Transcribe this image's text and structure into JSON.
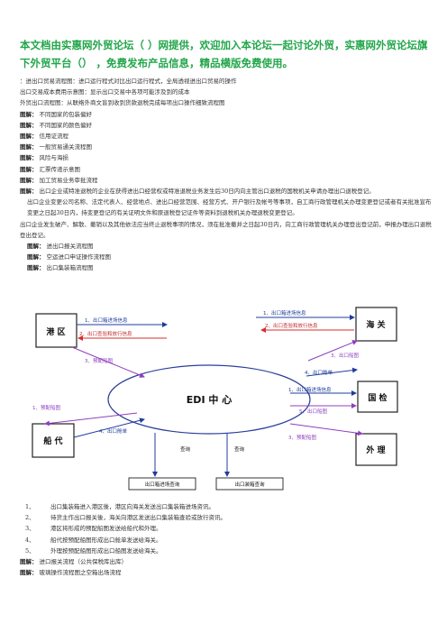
{
  "header": {
    "banner_text": "本文档由实惠网外贸论坛（ ）网提供，欢迎加入本论坛一起讨论外贸，实惠网外贸论坛旗下外贸平台（） ，免费发布产品信息，精品横版免费使用。"
  },
  "body": {
    "lines": [
      {
        "tag": "",
        "text": "：进出口贸易流程图：进口运行程式对比出口运行程式，全局透视进出口贸易的操作"
      },
      {
        "tag": "",
        "text": "出口交易成本费用示意图：显示出口交易中各项可能涉及到的成本"
      },
      {
        "tag": "",
        "text": "外贸出口流程图：从联络外商文盲到收到货款退税完成每项出口操作细致流程图"
      },
      {
        "tag": "图解：",
        "text": "不同国家的包装偏好"
      },
      {
        "tag": "图解：",
        "text": "不同国家的颜色偏好"
      },
      {
        "tag": "图解：",
        "text": "信用证流程"
      },
      {
        "tag": "图解：",
        "text": "一般贸易通关流程图"
      },
      {
        "tag": "图解：",
        "text": "风险与海损"
      },
      {
        "tag": "图解：",
        "text": "汇票传递示意图"
      },
      {
        "tag": "图解：",
        "text": "加工贸易业务审批流程"
      }
    ],
    "paragraph_tag": "图解：",
    "paragraph_1": "出口企业或特准退税的企业在获得进出口经营权或特准退税业务发生后30日内向主管出口退税的国税机关申请办理出口退税登记。",
    "paragraph_2": "出口企业变更公司名称、法定代表人、经营地点、进出口经营范围、经营方式、开户银行及帐号等事项，自工商行政管理机关办理变更登记或者有关批准宣布变更之日起30日内，持变更登记的有关证明文件和原退税登记证件等资料到退税机关办理退税变更登记。",
    "paragraph_3": "出口企业发生破产、解散、撤销以及其他依法应当终止退税事项的情况，须在批准撤并之日起30日内，向工商行政管理机关办理登出登记前，申报办理出口退税登出登记。",
    "subitems": [
      {
        "tag": "图解：",
        "text": "进出口报关流程图"
      },
      {
        "tag": "图解：",
        "text": "空运进口申证操作流程图"
      },
      {
        "tag": "图解：",
        "text": "出口集装箱流程图"
      }
    ]
  },
  "diagram": {
    "center": "EDI 中 心",
    "nodes": {
      "port": "港 区",
      "customs": "海 关",
      "inspection": "国 检",
      "agent": "船 代",
      "shipper": "外 理"
    },
    "labels": {
      "l1": "1、出口箱进场信息",
      "l2": "2、出口查验和放行信息",
      "l3": "3、预配船图",
      "r1": "1、出口箱进场信息",
      "r2": "2、出口查验和放行信息",
      "r3": "3、出口船图",
      "r4": "4、出口舱单",
      "r5": "5、出口船图",
      "i1": "1、出口箱进场信息",
      "i5": "5、出口船图",
      "a1": "1、预配船图",
      "a4": "4、出口舱单",
      "a5": "查询",
      "s1": "查询",
      "s3": "3、预配船图",
      "b1": "出口箱进场查询",
      "b2": "出口装箱查询"
    }
  },
  "steps": [
    {
      "num": "1、",
      "text": "出口集装箱进入港区後，港区向海关发送出口集装箱进场资讯。"
    },
    {
      "num": "2、",
      "text": "待货主作出口报关後，海关向港区发送出口集装箱查验或放行资讯。"
    },
    {
      "num": "3、",
      "text": "港区将形成的预配船图发送给船代和外理。"
    },
    {
      "num": "4、",
      "text": "船代按预配船图形成出口舱单发送给海关。"
    },
    {
      "num": "5、",
      "text": "外理按预配船图形成出口船图发送给海关。"
    }
  ],
  "footer_items": [
    {
      "tag": "图解：",
      "text": "进口报关流程（公共保税库出库）"
    },
    {
      "tag": "图解：",
      "text": "玻璃操作流程图之空箱出场流程"
    }
  ],
  "colors": {
    "banner": "#22a64a",
    "node_stroke": "#222222",
    "ellipse_stroke": "#2a3f9a",
    "label_red": "#c0282d",
    "arrow_blue": "#1f3c9c",
    "arrow_red": "#d92c2c",
    "arrow_purple": "#8f3fbf"
  }
}
